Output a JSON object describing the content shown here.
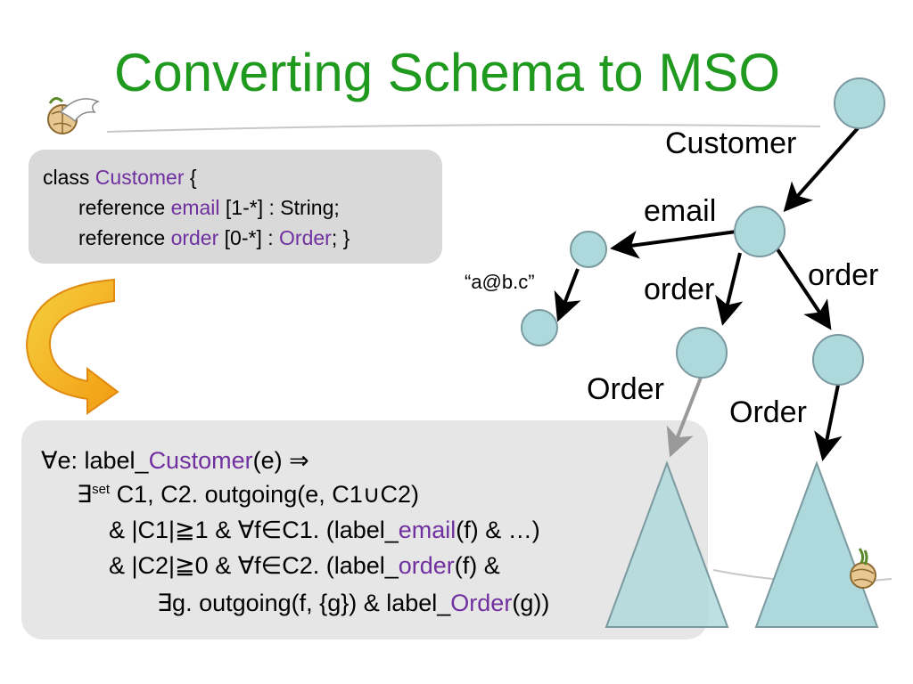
{
  "title": "Converting Schema to MSO",
  "code": {
    "line1": {
      "kw1": "class",
      "name": "Customer",
      "brace": "{"
    },
    "line2": {
      "kw": "reference",
      "field": "email",
      "rest": "[1-*] : String;"
    },
    "line3": {
      "kw": "reference",
      "field": "order",
      "mid": "[0-*] :",
      "type": "Order",
      "end": "; }"
    }
  },
  "formula": {
    "l1": {
      "pre": "∀e: label_",
      "kw": "Customer",
      "post": "(e) ⇒"
    },
    "l2": {
      "pre": "∃",
      "sup": "set",
      "post": " C1, C2.  outgoing(e, C1∪C2)"
    },
    "l3": {
      "pre": "& |C1|≧1 & ∀f∈C1. (label_",
      "kw": "email",
      "post": "(f) & …)"
    },
    "l4": {
      "pre": "& |C2|≧0 & ∀f∈C2. (label_",
      "kw": "order",
      "post": "(f) &"
    },
    "l5": {
      "pre": "∃g. outgoing(f, {g}) & label_",
      "kw": "Order",
      "post": "(g))"
    }
  },
  "tree_labels": {
    "customer": "Customer",
    "email": "email",
    "string_value": "“a@b.c”",
    "order_left": "order",
    "order_right": "order",
    "order_type_left": "Order",
    "order_type_right": "Order"
  },
  "colors": {
    "title": "#1f9a1f",
    "keyword": "#7030a0",
    "node_fill": "#add8dc",
    "node_stroke": "#7a9aa0",
    "code_box": "#d9d9d9",
    "formula_box": "#e6e6e6",
    "arrow_fill": "#f5c518"
  },
  "icons": [
    "dove-globe-logo-icon",
    "curved-down-arrow-icon"
  ]
}
